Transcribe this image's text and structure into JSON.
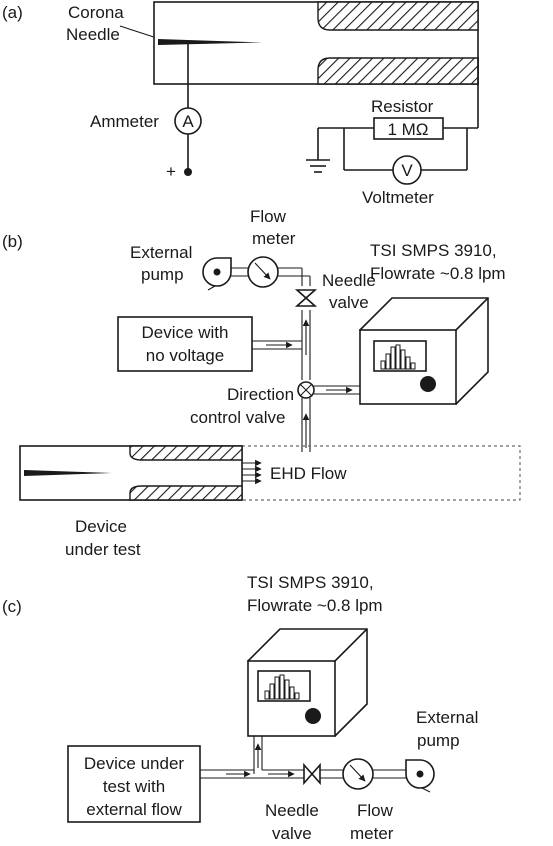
{
  "panel_a": {
    "tag": "(a)",
    "corona_line1": "Corona",
    "corona_line2": "Needle",
    "ammeter": "Ammeter",
    "ammeter_symbol": "A",
    "plus": "+",
    "resistor": "Resistor",
    "resistor_value": "1 MΩ",
    "voltmeter": "Voltmeter",
    "voltmeter_symbol": "V"
  },
  "panel_b": {
    "tag": "(b)",
    "pump_line1": "External",
    "pump_line2": "pump",
    "flowmeter_line1": "Flow",
    "flowmeter_line2": "meter",
    "needle_line1": "Needle",
    "needle_line2": "valve",
    "smps_line1": "TSI SMPS 3910,",
    "smps_line2": "Flowrate ~0.8 lpm",
    "nov_line1": "Device with",
    "nov_line2": "no voltage",
    "dcv_line1": "Direction",
    "dcv_line2": "control valve",
    "ehd": "EHD Flow",
    "dut_line1": "Device",
    "dut_line2": "under test"
  },
  "panel_c": {
    "tag": "(c)",
    "smps_line1": "TSI SMPS 3910,",
    "smps_line2": "Flowrate ~0.8 lpm",
    "pump_line1": "External",
    "pump_line2": "pump",
    "dut_line1": "Device under",
    "dut_line2": "test with",
    "dut_line3": "external flow",
    "needle_line1": "Needle",
    "needle_line2": "valve",
    "flowmeter_line1": "Flow",
    "flowmeter_line2": "meter"
  }
}
